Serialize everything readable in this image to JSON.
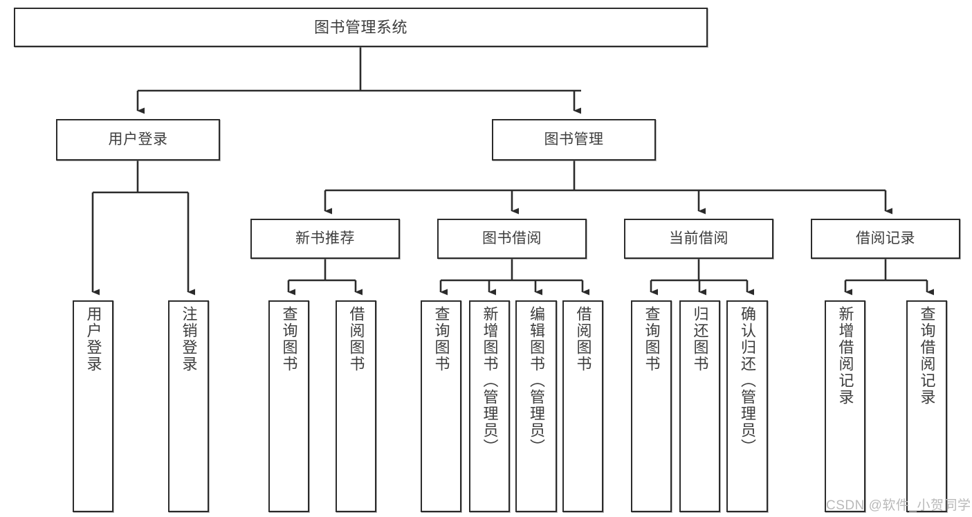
{
  "diagram": {
    "title": "图书管理系统",
    "type": "hierarchy-tree",
    "orientation": "top-down",
    "line_color": "#2b2b2b",
    "box_fill": "#ffffff",
    "text_color": "#3d3d3d",
    "background": "#ffffff",
    "watermark": "CSDN @软件_小贺同学"
  },
  "nodes": {
    "root": {
      "label": "图书管理系统"
    },
    "level2": [
      {
        "label": "用户登录"
      },
      {
        "label": "图书管理"
      }
    ],
    "level3": [
      {
        "label": "新书推荐"
      },
      {
        "label": "图书借阅"
      },
      {
        "label": "当前借阅"
      },
      {
        "label": "借阅记录"
      }
    ],
    "leaves": {
      "user_login": [
        {
          "label": "用户登录"
        },
        {
          "label": "注销登录"
        }
      ],
      "new_book_recommend": [
        {
          "label": "查询图书"
        },
        {
          "label": "借阅图书"
        }
      ],
      "book_borrow": [
        {
          "label": "查询图书"
        },
        {
          "label": "新增图书（管理员）"
        },
        {
          "label": "编辑图书（管理员）"
        },
        {
          "label": "借阅图书"
        }
      ],
      "current_borrow": [
        {
          "label": "查询图书"
        },
        {
          "label": "归还图书"
        },
        {
          "label": "确认归还（管理员）"
        }
      ],
      "borrow_record": [
        {
          "label": "新增借阅记录"
        },
        {
          "label": "查询借阅记录"
        }
      ]
    }
  }
}
